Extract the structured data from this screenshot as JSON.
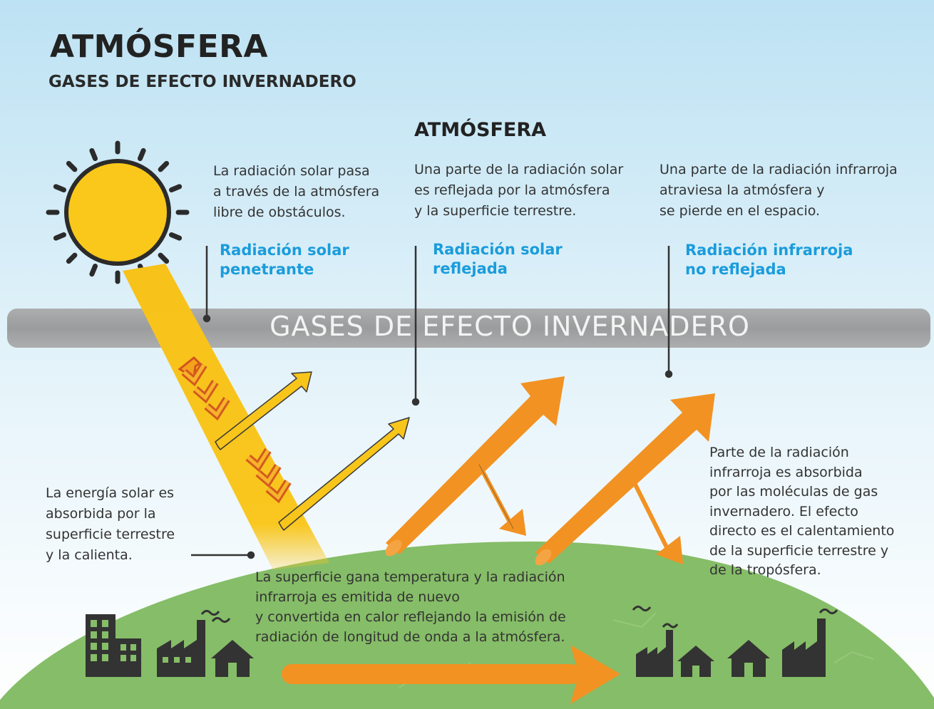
{
  "header": {
    "title": "ATMÓSFERA",
    "subtitle": "GASES DE EFECTO INVERNADERO"
  },
  "atmosphere_title": "ATMÓSFERA",
  "band_label": "GASES DE EFECTO INVERNADERO",
  "columns": [
    {
      "description": "La radiación solar pasa\na través de la atmósfera\nlibre de obstáculos.",
      "label": "Radiación solar\npenetrante"
    },
    {
      "description": "Una parte de la radiación solar\nes reflejada por la atmósfera\ny la superficie terrestre.",
      "label": "Radiación solar\nreflejada"
    },
    {
      "description": "Una parte de la radiación infrarroja\natraviesa la atmósfera y\nse pierde en el espacio.",
      "label": "Radiación infrarroja\nno reflejada"
    }
  ],
  "absorbed_text": "La energía solar es\nabsorbida por la\nsuperficie terrestre\ny la calienta.",
  "surface_text": "La superficie gana temperatura y la radiación\ninfrarroja es emitida de nuevo\ny convertida en calor reflejando la emisión de\nradiación de longitud de onda a la atmósfera.",
  "infrared_text": "Parte de la radiación\ninfrarroja es absorbida\npor las moléculas de gas\ninvernadero. El efecto\ndirecto es el calentamiento\nde la superficie terrestre y\nde la tropósfera.",
  "colors": {
    "sky_top": "#bfe3f3",
    "sky_bottom": "#ffffff",
    "sun": "#f9c81a",
    "beam": "#f8c31a",
    "orange_arrow": "#f29222",
    "ground": "#86bd68",
    "band": "#9a9a9a",
    "accent_blue": "#1a9cdc",
    "icons": "#333333"
  }
}
